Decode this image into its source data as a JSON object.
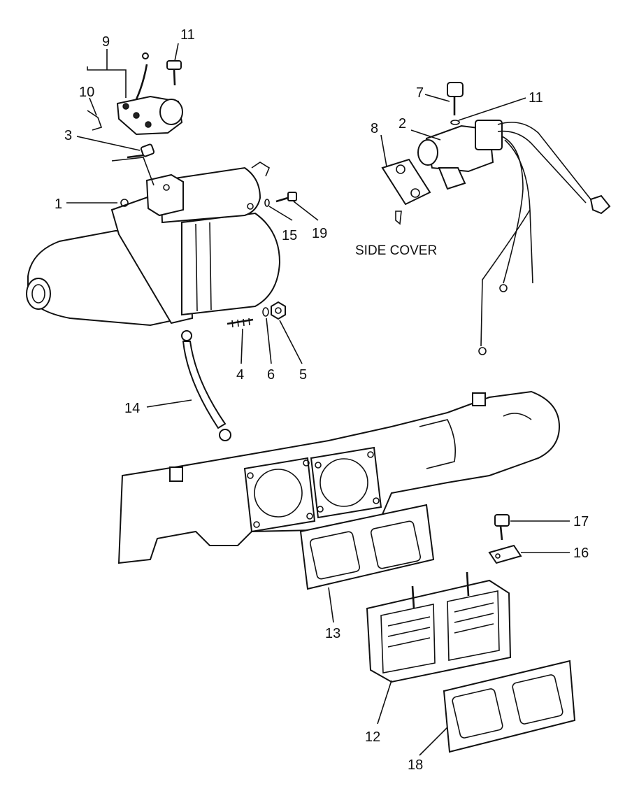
{
  "caption": "SIDE COVER",
  "callouts": [
    "9",
    "11",
    "10",
    "3",
    "1",
    "7",
    "11",
    "8",
    "2",
    "15",
    "19",
    "4",
    "6",
    "5",
    "14",
    "17",
    "16",
    "13",
    "12",
    "18"
  ],
  "colors": {
    "ink": "#111111",
    "paper": "#ffffff"
  }
}
